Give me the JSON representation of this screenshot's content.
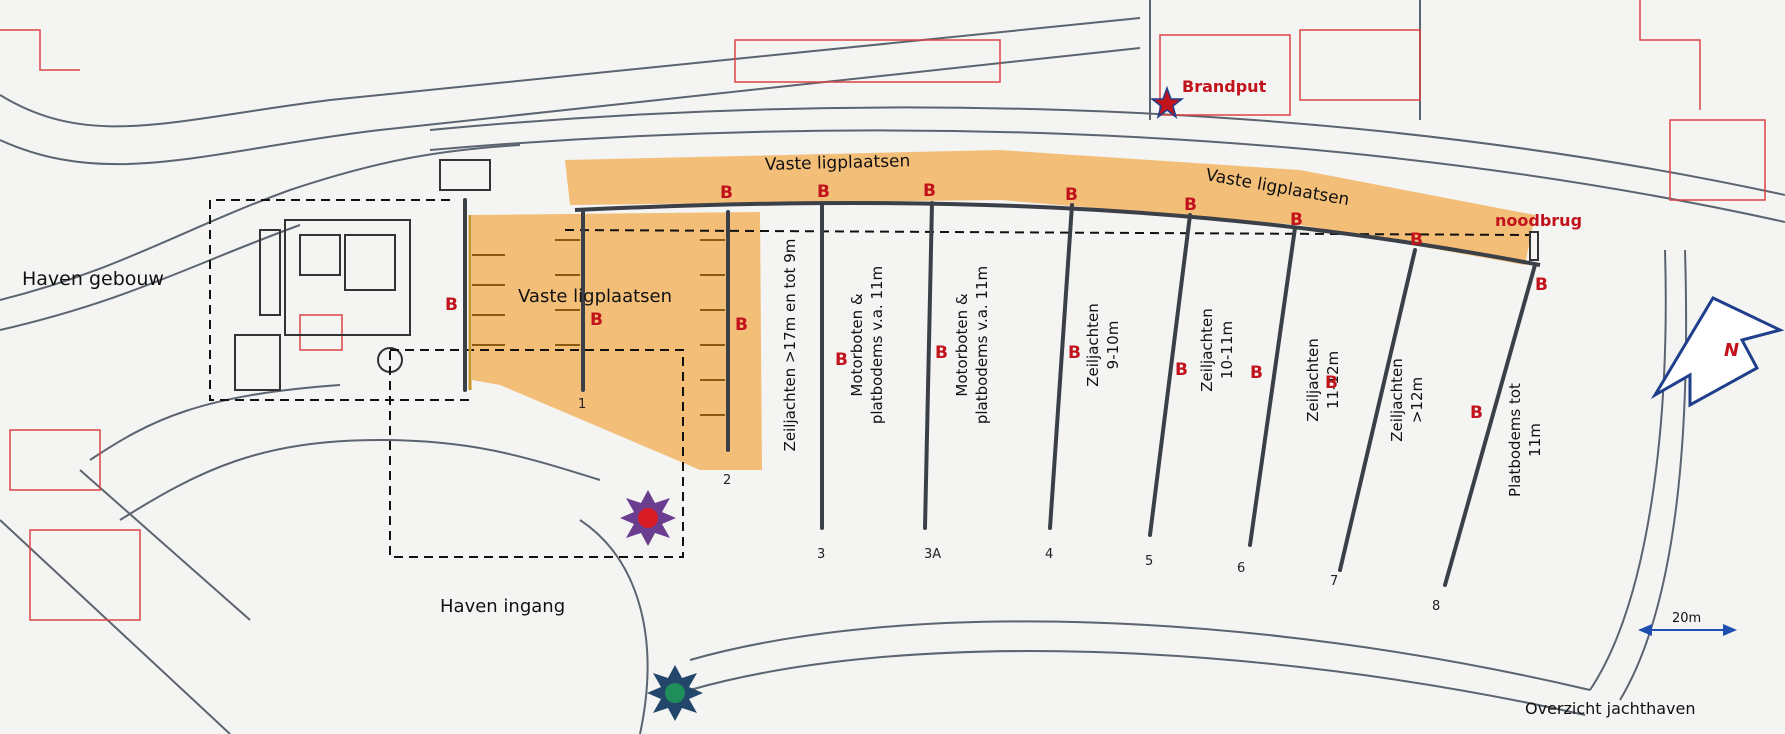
{
  "labels": {
    "haven_gebouw": "Haven gebouw",
    "haven_ingang": "Haven ingang",
    "brandput": "Brandput",
    "noodbrug": "noodbrug",
    "overzicht": "Overzicht jachthaven",
    "north": "N",
    "scale": "20m",
    "vaste_1": "Vaste ligplaatsen",
    "vaste_2": "Vaste ligplaatsen",
    "vaste_3": "Vaste ligplaatsen"
  },
  "piers": [
    {
      "number": "1"
    },
    {
      "number": "2"
    },
    {
      "number": "3",
      "line1": "Zeiljachten >17m en tot 9m"
    },
    {
      "number": "3A",
      "line1": "Motorboten &",
      "line2": "platbodems v.a. 11m"
    },
    {
      "number": "4",
      "line1": "Zeiljachten",
      "line2": "9-10m"
    },
    {
      "number": "5",
      "line1": "Zeiljachten",
      "line2": "10-11m"
    },
    {
      "number": "6",
      "line1": "Zeiljachten",
      "line2": "11-12m"
    },
    {
      "number": "7",
      "line1": "Zeiljachten",
      "line2": ">12m"
    },
    {
      "number": "8",
      "line1": "Platbodems tot",
      "line2": "11m"
    }
  ],
  "pier3a_duplicate": {
    "line1": "Motorboten &",
    "line2": "platbodems v.a. 11m"
  },
  "berth_marker": "B",
  "colors": {
    "berth_zone": "#f3b86a",
    "marker": "#c2121c",
    "north_arrow": "#1f3f8c",
    "scale_arrow": "#1f4fb0",
    "entrance_light_red": "#d91c24",
    "entrance_light_green": "#1e8f5b"
  }
}
